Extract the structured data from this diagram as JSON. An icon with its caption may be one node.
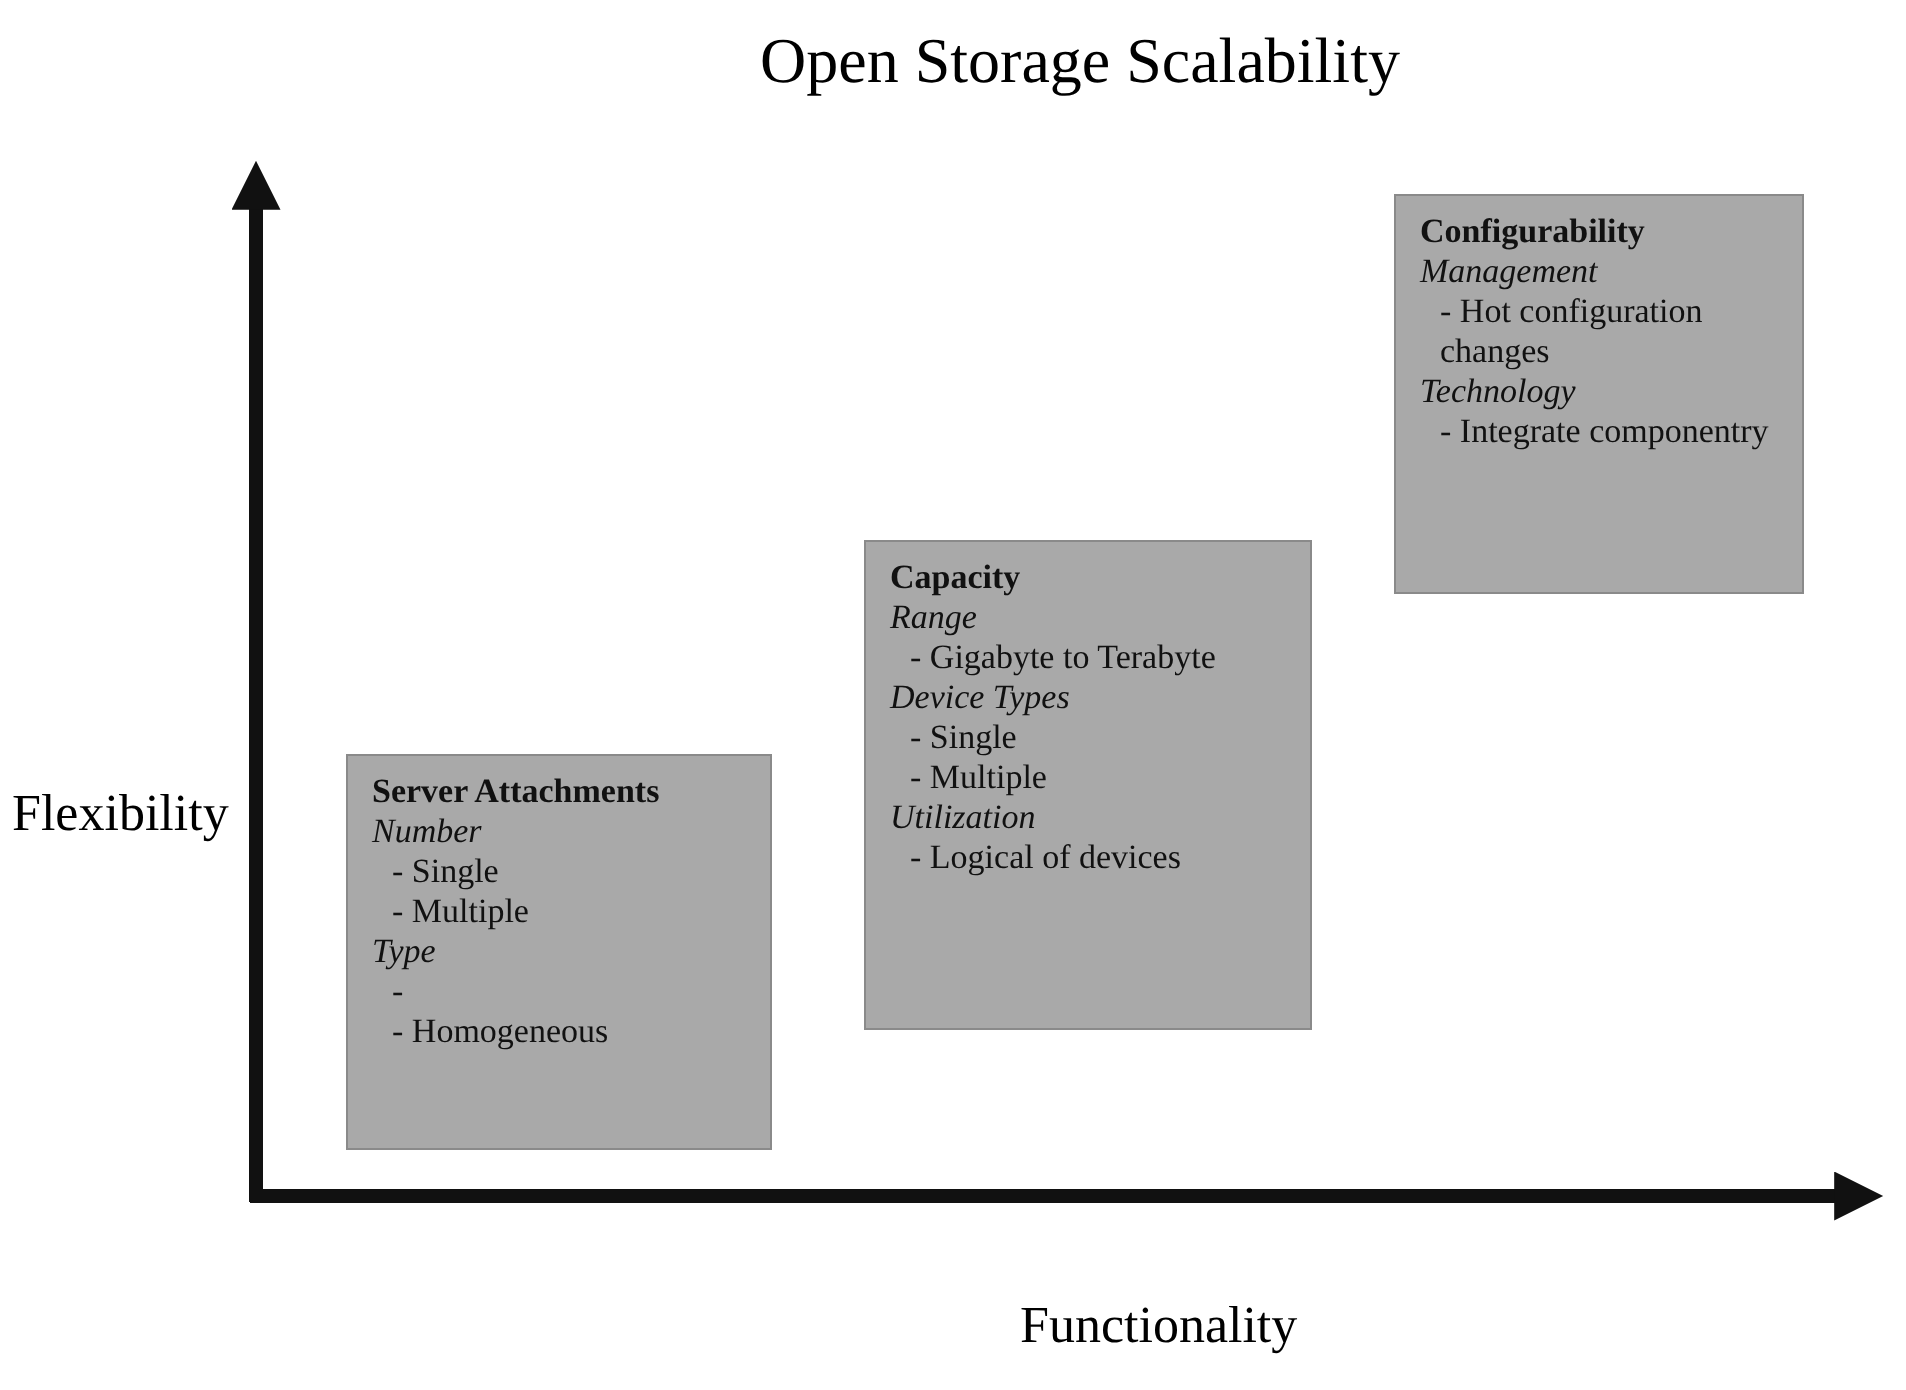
{
  "diagram": {
    "title": "Open Storage Scalability",
    "nodes": [
      {
        "text": [
          "Server Attachments",
          "Number",
          "- Single",
          "- Multiple",
          "Type",
          "-",
          "- Homogeneous"
        ]
      },
      {
        "text": [
          "Capacity",
          "Range",
          "- Gigabyte to Terabyte",
          "Device Types",
          "- Single",
          "- Multiple",
          "Utilization",
          "- Logical of devices"
        ]
      },
      {
        "text": [
          "Configurability",
          "Management",
          "- Hot configuration changes",
          "Technology",
          "- Integrate componentry"
        ]
      }
    ],
    "labels": [
      "Flexibility",
      "Functionality"
    ]
  }
}
